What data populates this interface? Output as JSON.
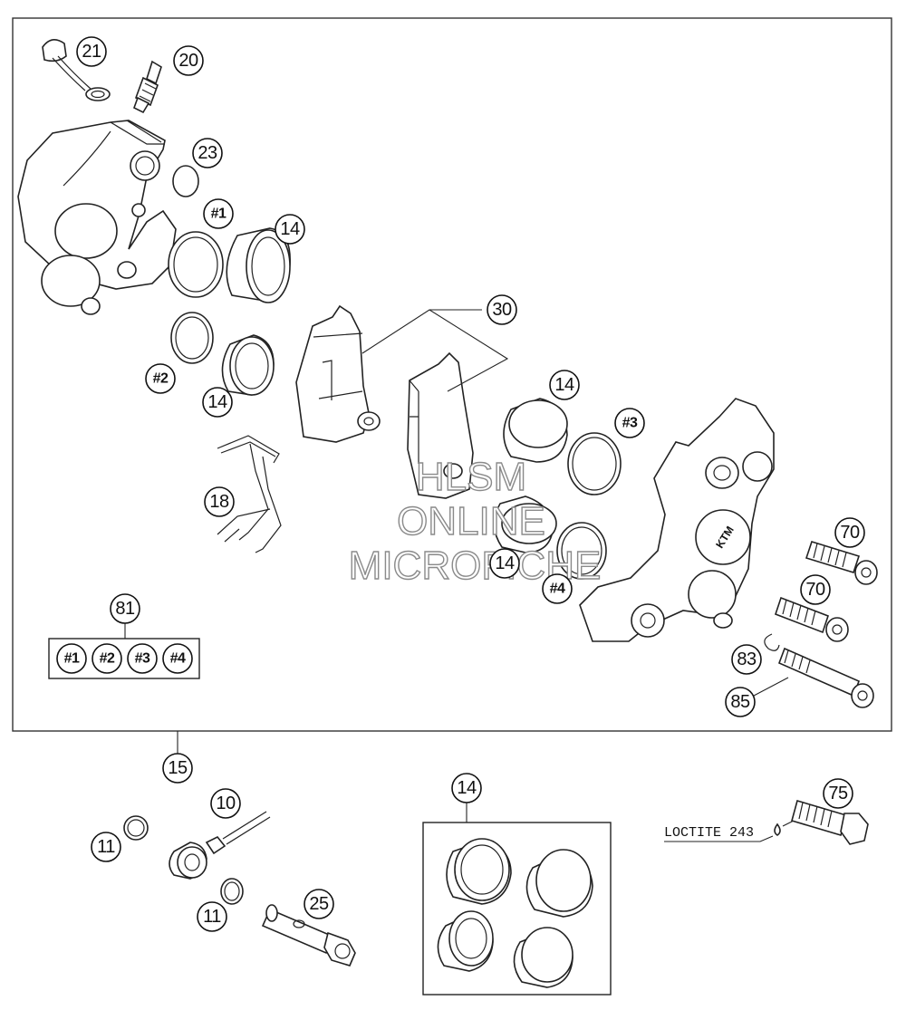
{
  "diagram": {
    "callouts": {
      "c21": "21",
      "c20": "20",
      "c23": "23",
      "c1a": "#1",
      "c14a": "14",
      "c2a": "#2",
      "c14b": "14",
      "c30": "30",
      "c14c": "14",
      "c3a": "#3",
      "c18": "18",
      "c14d": "14",
      "c4a": "#4",
      "c70a": "70",
      "c70b": "70",
      "c81": "81",
      "c1b": "#1",
      "c2b": "#2",
      "c3b": "#3",
      "c4b": "#4",
      "c83": "83",
      "c85": "85",
      "c15": "15",
      "c10": "10",
      "c11a": "11",
      "c11b": "11",
      "c25": "25",
      "c14e": "14",
      "c75": "75"
    },
    "note": "LOCTITE 243",
    "caliper_logo": "KTM",
    "watermark": [
      "HLSM",
      "ONLINE",
      "MICROFICHE"
    ]
  }
}
